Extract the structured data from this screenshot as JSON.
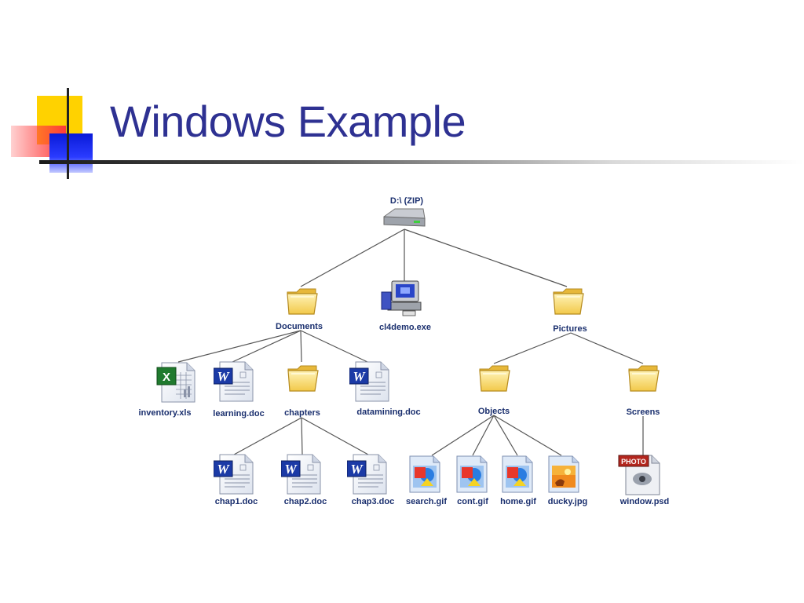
{
  "slide": {
    "title": "Windows Example"
  },
  "tree": {
    "root": "D:\\ (ZIP)",
    "documents": "Documents",
    "exe": "cl4demo.exe",
    "pictures": "Pictures",
    "inventory": "inventory.xls",
    "learning": "learning.doc",
    "chapters": "chapters",
    "datamining": "datamining.doc",
    "objects": "Objects",
    "screens": "Screens",
    "chap1": "chap1.doc",
    "chap2": "chap2.doc",
    "chap3": "chap3.doc",
    "search": "search.gif",
    "cont": "cont.gif",
    "home": "home.gif",
    "ducky": "ducky.jpg",
    "window": "window.psd",
    "photo_badge": "PHOTO"
  },
  "colors": {
    "title": "#2e3192",
    "label": "#1a2f6e",
    "folder": "#f7d56a"
  }
}
